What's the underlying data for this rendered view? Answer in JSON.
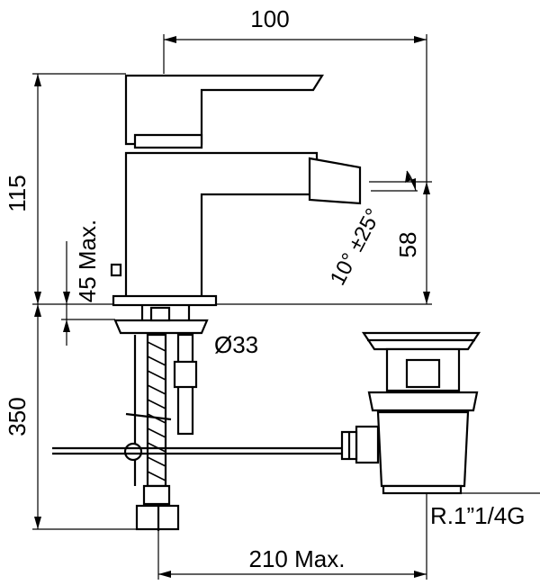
{
  "dimensions": {
    "width_top": "100",
    "height_body": "115",
    "max_deck": "45 Max.",
    "spout_height": "58",
    "spout_angle": "10° ±25°",
    "hole_diameter": "Ø33",
    "hose_length": "350",
    "waste_thread": "R.1”1/4G",
    "max_distance": "210 Max."
  }
}
